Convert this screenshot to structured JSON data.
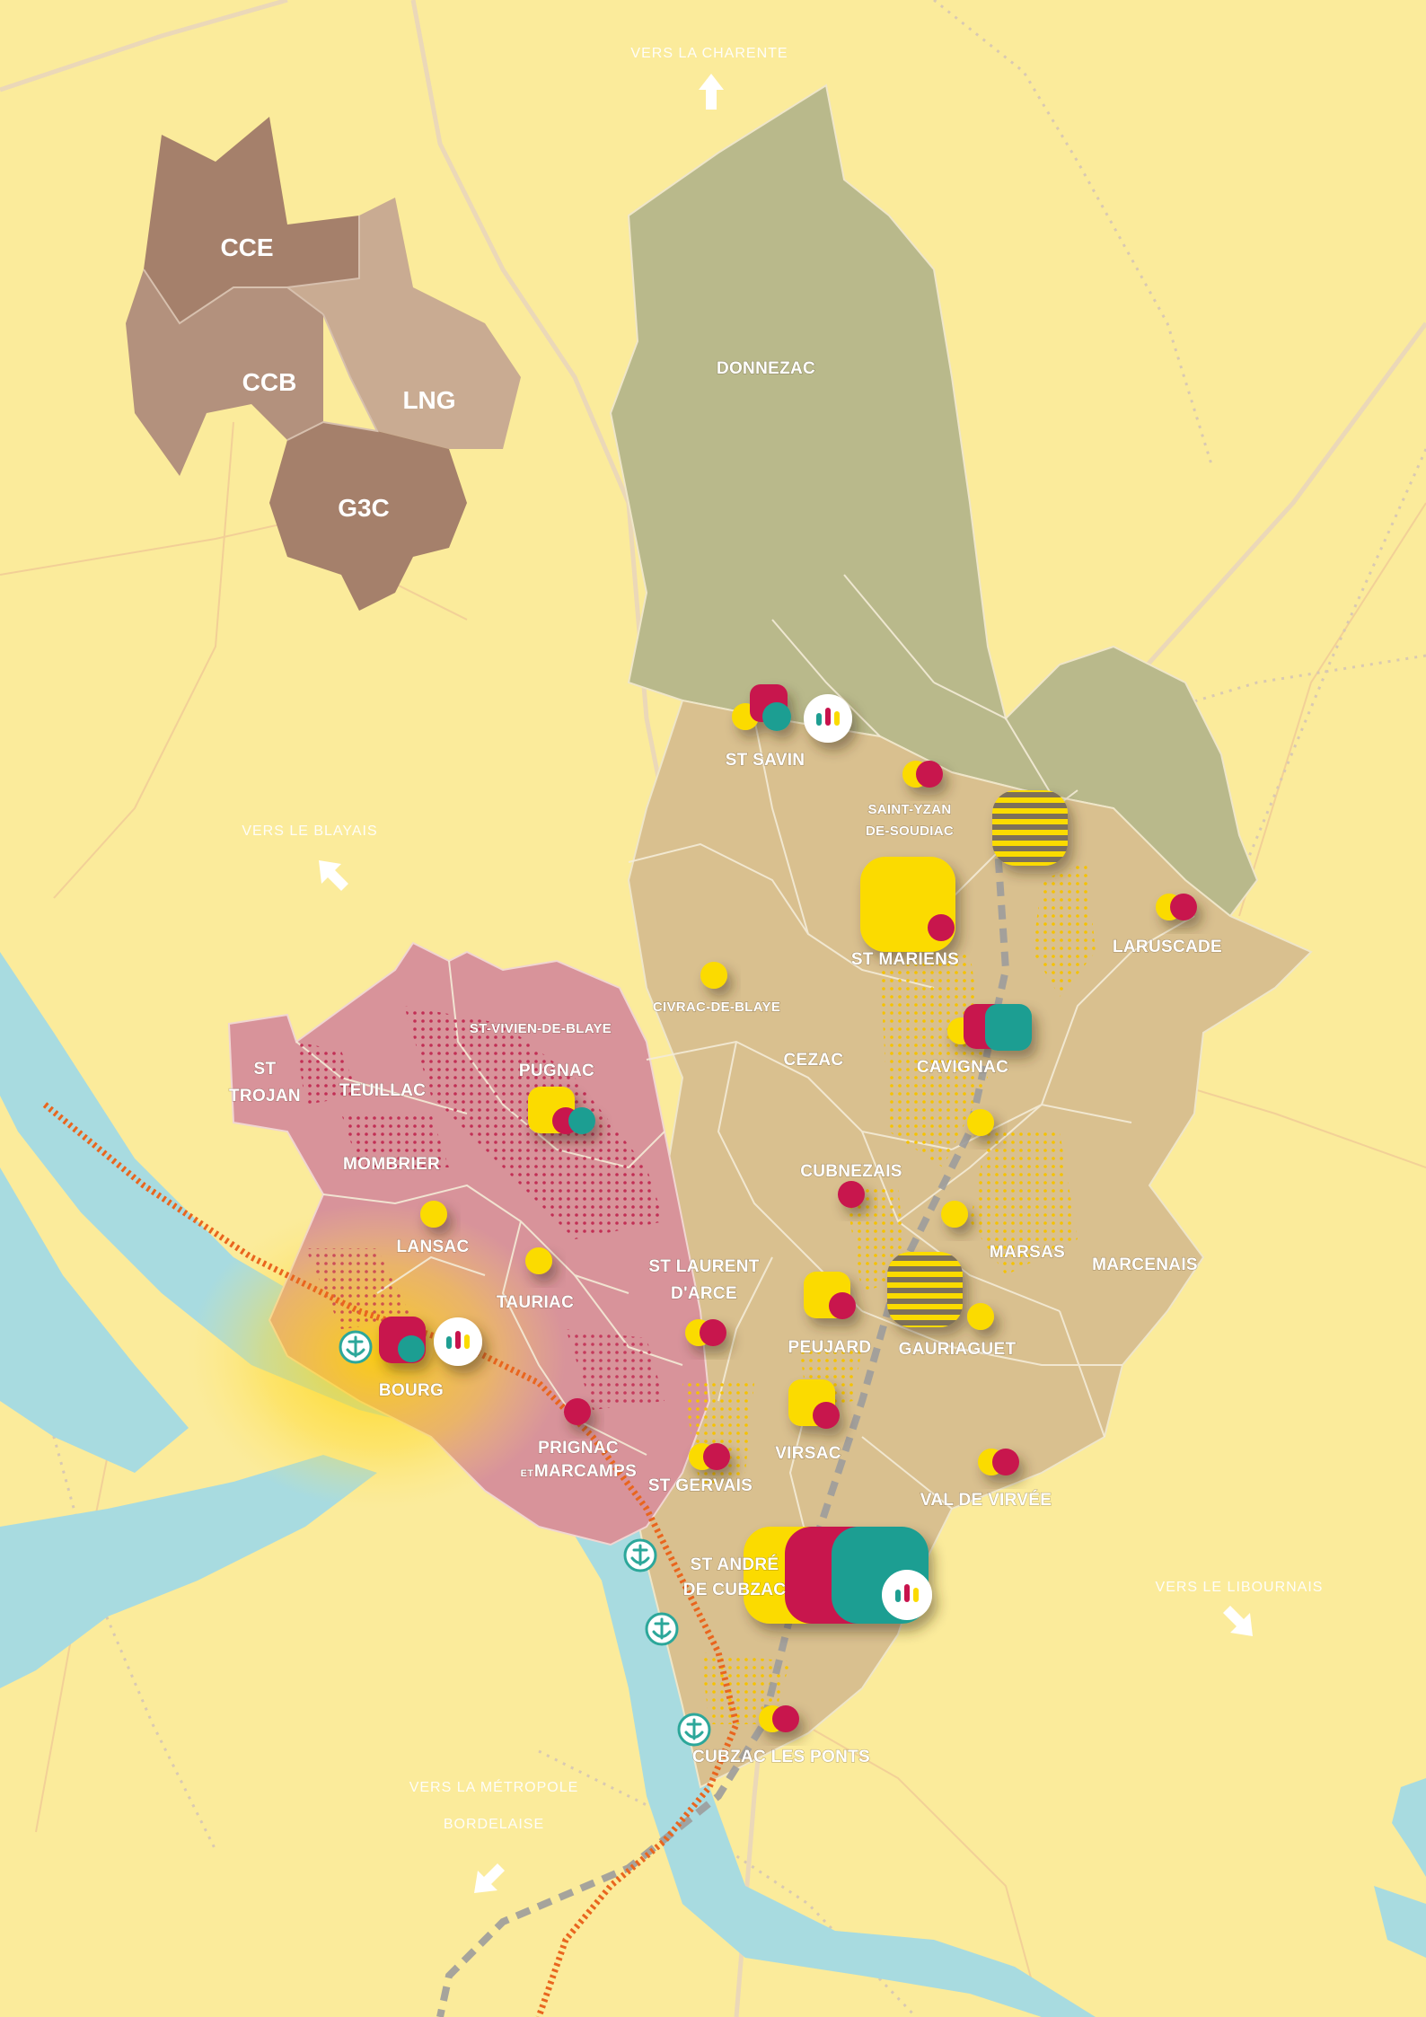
{
  "colors": {
    "background": "#fbeb9b",
    "river": "#a8dbe0",
    "zone_tan": "#d9c08f",
    "zone_green": "#b9b98b",
    "zone_pink": "#d8939a",
    "yellow": "#fbdb00",
    "crimson": "#c8134d",
    "teal": "#1f9e92",
    "anchor": "#2ca79a",
    "inset_dark": "#a5806b",
    "inset_mid": "#b3917d",
    "inset_light": "#c9ab92"
  },
  "inset": {
    "labels": [
      "CCE",
      "CCB",
      "LNG",
      "G3C"
    ]
  },
  "directions": {
    "charente": "VERS LA CHARENTE",
    "blayais": "VERS LE BLAYAIS",
    "libournais": "VERS LE LIBOURNAIS",
    "metropole_line1": "VERS LA MÉTROPOLE",
    "metropole_line2": "BORDELAISE"
  },
  "communes": {
    "donnezac": "DONNEZAC",
    "st_savin": "ST SAVIN",
    "saint_yzan_1": "SAINT-YZAN",
    "saint_yzan_2": "DE-SOUDIAC",
    "st_mariens": "ST MARIENS",
    "laruscade": "LARUSCADE",
    "civrac": "CIVRAC-DE-BLAYE",
    "cezac": "CEZAC",
    "cavignac": "CAVIGNAC",
    "st_vivien": "ST-VIVIEN-DE-BLAYE",
    "pugnac": "PUGNAC",
    "st_trojan_1": "ST",
    "st_trojan_2": "TROJAN",
    "teuillac": "TEUILLAC",
    "mombrier": "MOMBRIER",
    "lansac": "LANSAC",
    "tauriac": "TAURIAC",
    "st_laurent_1": "ST LAURENT",
    "st_laurent_2": "D'ARCE",
    "cubnezais": "CUBNEZAIS",
    "marsas": "MARSAS",
    "marcenais": "MARCENAIS",
    "peujard": "PEUJARD",
    "gauriaguet": "GAURIAGUET",
    "bourg": "BOURG",
    "prignac_1": "PRIGNAC",
    "prignac_et": "ET",
    "prignac_2": "MARCAMPS",
    "st_gervais": "ST GERVAIS",
    "virsac": "VIRSAC",
    "val_de_virvee": "VAL DE VIRVÉE",
    "st_andre_1": "ST ANDRÉ",
    "st_andre_2": "DE CUBZAC",
    "cubzac": "CUBZAC LES PONTS"
  }
}
